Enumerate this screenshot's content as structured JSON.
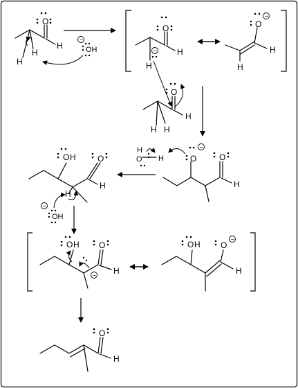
{
  "atoms": {
    "O": "O",
    "H": "H",
    "OH": "OH",
    "minus": "−"
  }
}
